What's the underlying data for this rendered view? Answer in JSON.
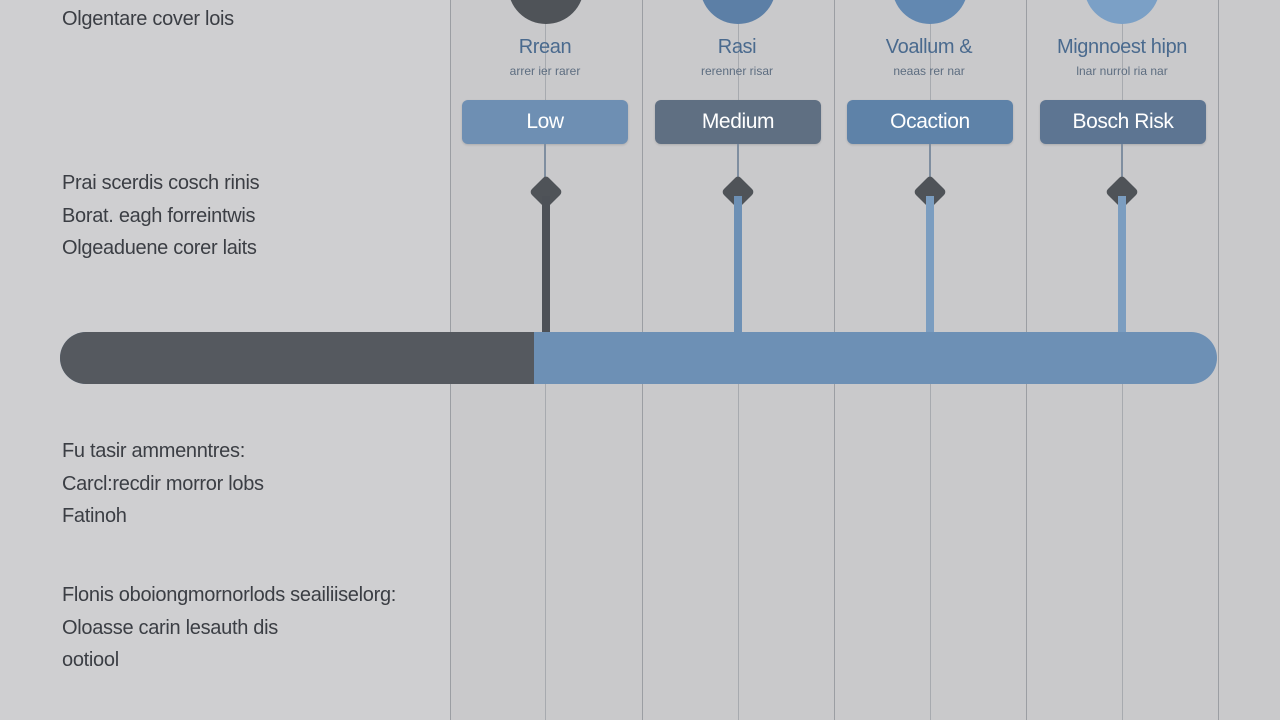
{
  "left_panel": {
    "heading": "Olgentare cover lois",
    "block1": [
      "Prai scerdis cosch rinis",
      "Borat. eagh forreintwis",
      "Olgeaduene corer laits"
    ],
    "block2": [
      "Fu tasir ammenntres:",
      "Carcl:recdir morror lobs",
      "Fatinoh"
    ],
    "block3": [
      "Flonis oboiongmornorlods seailiiselorg:",
      "Oloasse carin lesauth dis",
      "ootiool"
    ]
  },
  "columns": [
    {
      "title": "Rrean",
      "subtitle": "arrer ier rarer",
      "badge": "Low",
      "badge_color": "#6e8fb3",
      "stem_color": "#4d5157",
      "head_color": "#4f5358",
      "diamond_color": "#4f5358"
    },
    {
      "title": "Rasi",
      "subtitle": "rerenner risar",
      "badge": "Medium",
      "badge_color": "#5f6f82",
      "stem_color": "#6d90b5",
      "head_color": "#5c7fa6",
      "diamond_color": "#4f5358"
    },
    {
      "title": "Voallum &",
      "subtitle": "neaas rer nar",
      "badge": "Ocaction",
      "badge_color": "#5e82a8",
      "stem_color": "#7b9dc0",
      "head_color": "#6288b1",
      "diamond_color": "#4f5358"
    },
    {
      "title": "Mignnoest hipn",
      "subtitle": "lnar nurrol ria nar",
      "badge": "Bosch Risk",
      "badge_color": "#5d7592",
      "stem_color": "#7b9dc0",
      "head_color": "#7ba0c6",
      "diamond_color": "#4f5358"
    }
  ],
  "progress": {
    "value": 0.41,
    "fill_color": "#55595f",
    "track_color": "#6d90b5"
  }
}
